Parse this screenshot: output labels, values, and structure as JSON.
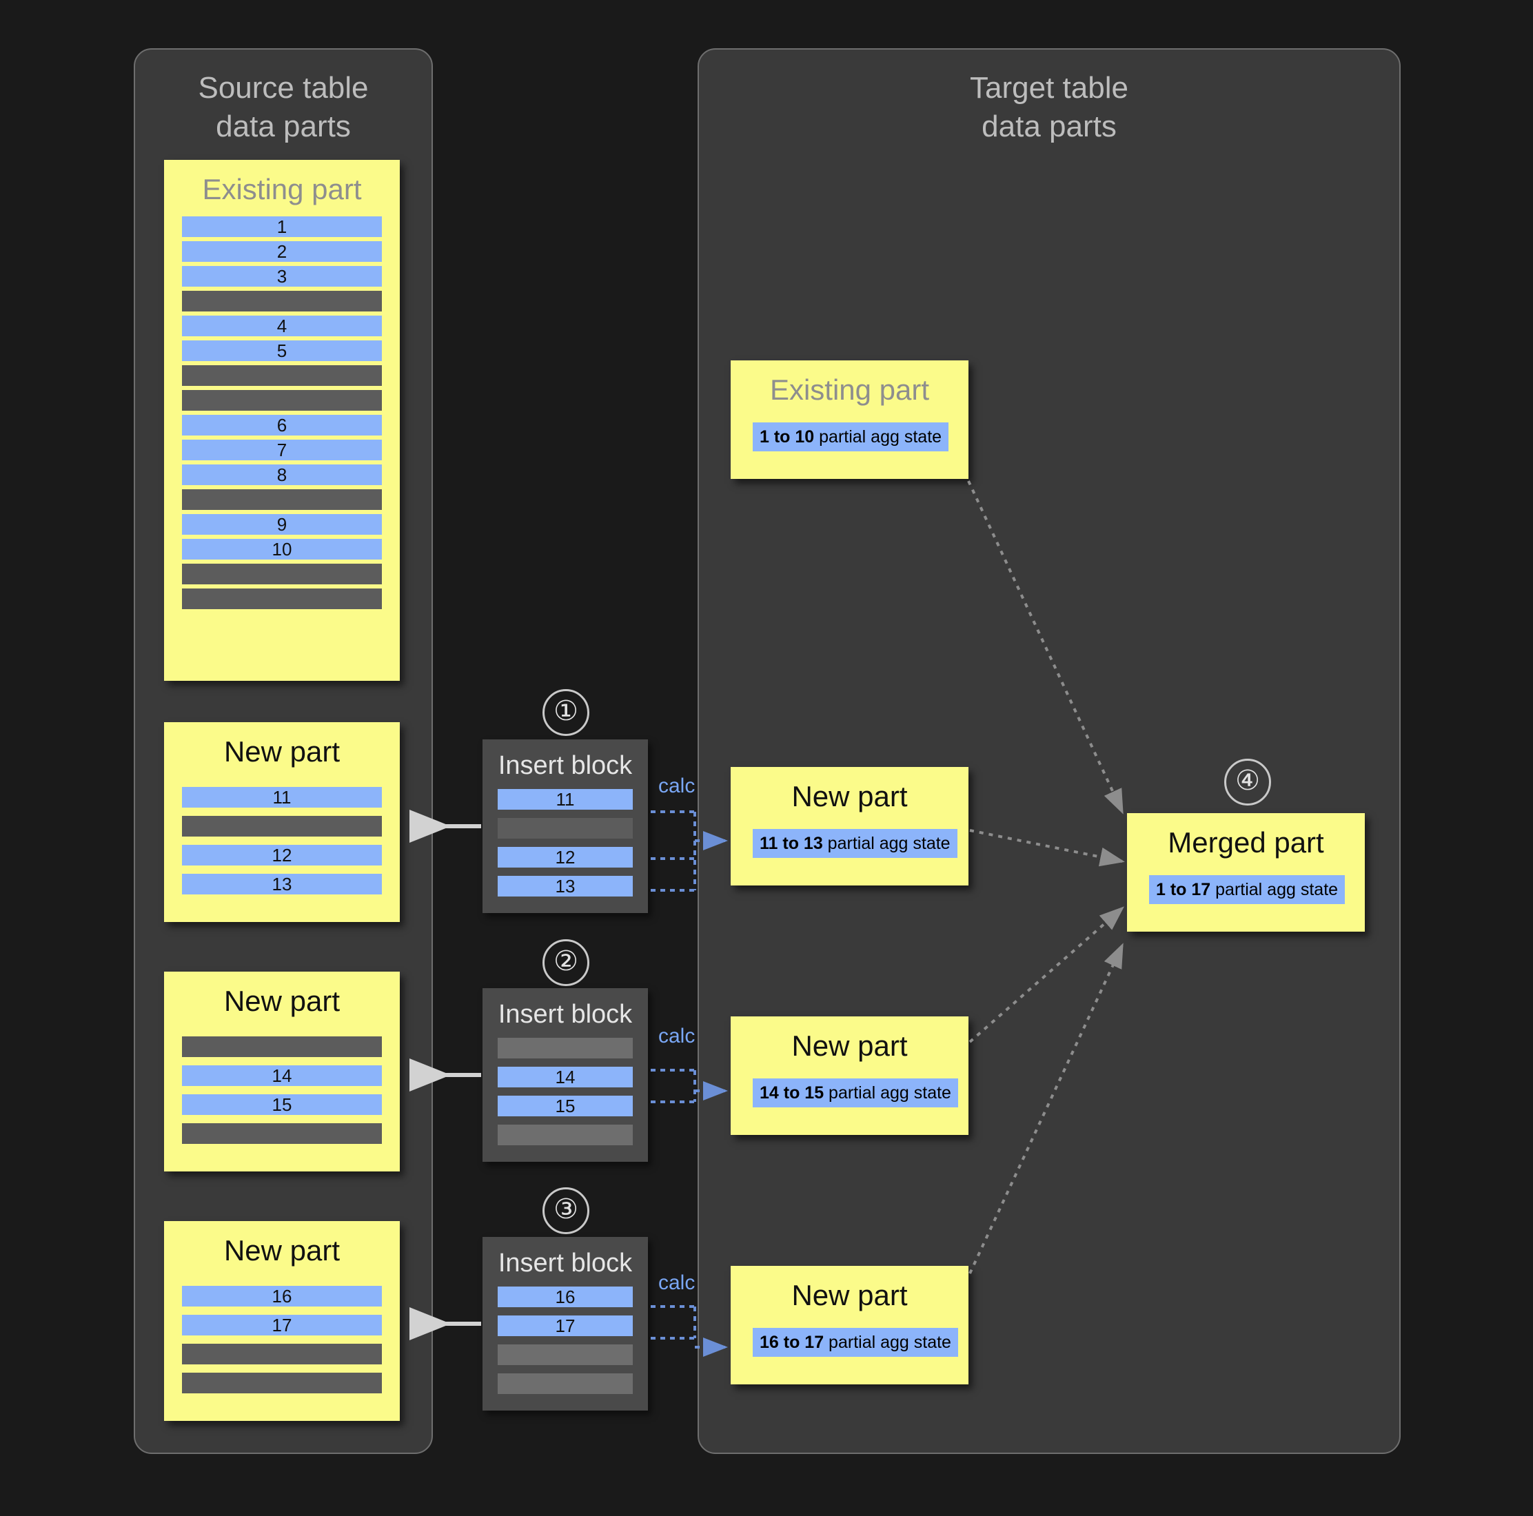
{
  "panels": {
    "source": {
      "title": "Source table\ndata parts"
    },
    "target": {
      "title": "Target table\ndata parts"
    }
  },
  "source_parts": [
    {
      "title": "Existing part",
      "muted": true,
      "rows": [
        "1",
        "2",
        "3",
        "",
        "4",
        "5",
        "",
        "",
        "6",
        "7",
        "8",
        "",
        "9",
        "10",
        "",
        ""
      ]
    },
    {
      "title": "New part",
      "muted": false,
      "rows": [
        "11",
        "",
        "12",
        "13"
      ]
    },
    {
      "title": "New part",
      "muted": false,
      "rows": [
        "",
        "14",
        "15",
        ""
      ]
    },
    {
      "title": "New part",
      "muted": false,
      "rows": [
        "16",
        "17",
        "",
        ""
      ]
    }
  ],
  "insert_blocks": [
    {
      "step": "①",
      "title": "Insert block",
      "rows": [
        "11",
        "",
        "12",
        "13"
      ],
      "calc": "calc"
    },
    {
      "step": "②",
      "title": "Insert block",
      "rows": [
        "",
        "14",
        "15",
        ""
      ],
      "calc": "calc"
    },
    {
      "step": "③",
      "title": "Insert block",
      "rows": [
        "16",
        "17",
        "",
        ""
      ],
      "calc": "calc"
    }
  ],
  "target_parts": [
    {
      "title": "Existing part",
      "muted": true,
      "range": "1 to 10",
      "suffix": " partial agg state"
    },
    {
      "title": "New part",
      "muted": false,
      "range": "11 to 13",
      "suffix": " partial agg state"
    },
    {
      "title": "New part",
      "muted": false,
      "range": "14 to 15",
      "suffix": " partial agg state"
    },
    {
      "title": "New part",
      "muted": false,
      "range": "16 to 17",
      "suffix": " partial agg state"
    }
  ],
  "merged": {
    "step": "④",
    "title": "Merged part",
    "range": "1 to 17",
    "suffix": " partial agg state"
  },
  "colors": {
    "yellow": "#fbfb8a",
    "blue_row": "#8cb4fa",
    "gray_row": "#5c5c5c",
    "panel_bg": "#3a3a3a",
    "page_bg": "#1a1a1a",
    "calc_text": "#7aa7f5"
  }
}
